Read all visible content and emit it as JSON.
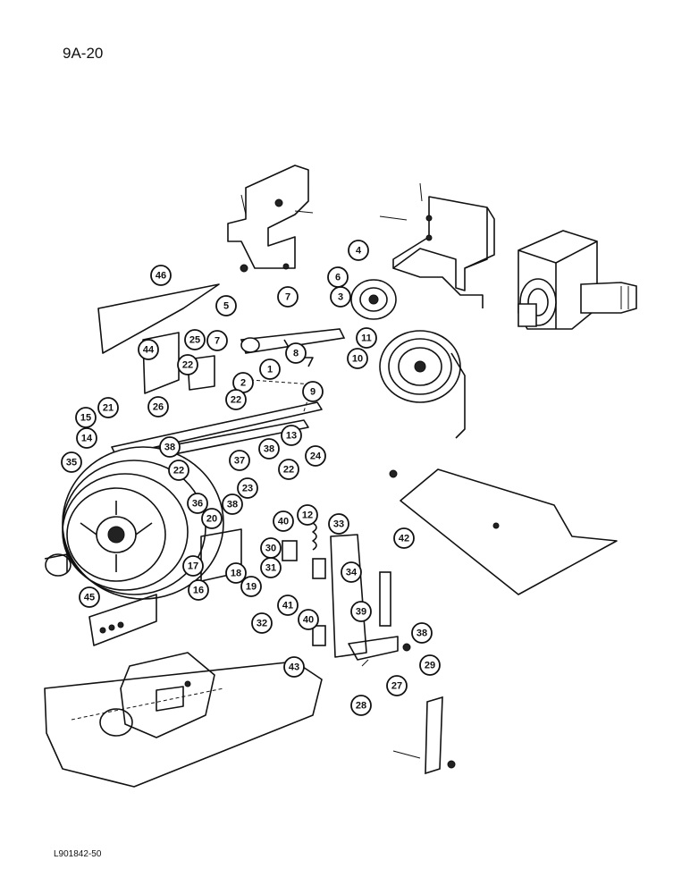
{
  "page_id": "9A-20",
  "footer_code": "L901842-50",
  "callouts": [
    "46",
    "5",
    "7",
    "6",
    "3",
    "4",
    "11",
    "10",
    "8",
    "9",
    "44",
    "25",
    "7",
    "22",
    "2",
    "1",
    "22",
    "26",
    "21",
    "15",
    "14",
    "35",
    "38",
    "22",
    "37",
    "38",
    "13",
    "24",
    "22",
    "23",
    "36",
    "38",
    "20",
    "40",
    "12",
    "33",
    "17",
    "18",
    "30",
    "42",
    "16",
    "19",
    "31",
    "34",
    "45",
    "41",
    "40",
    "39",
    "32",
    "38",
    "43",
    "29",
    "27",
    "28"
  ]
}
